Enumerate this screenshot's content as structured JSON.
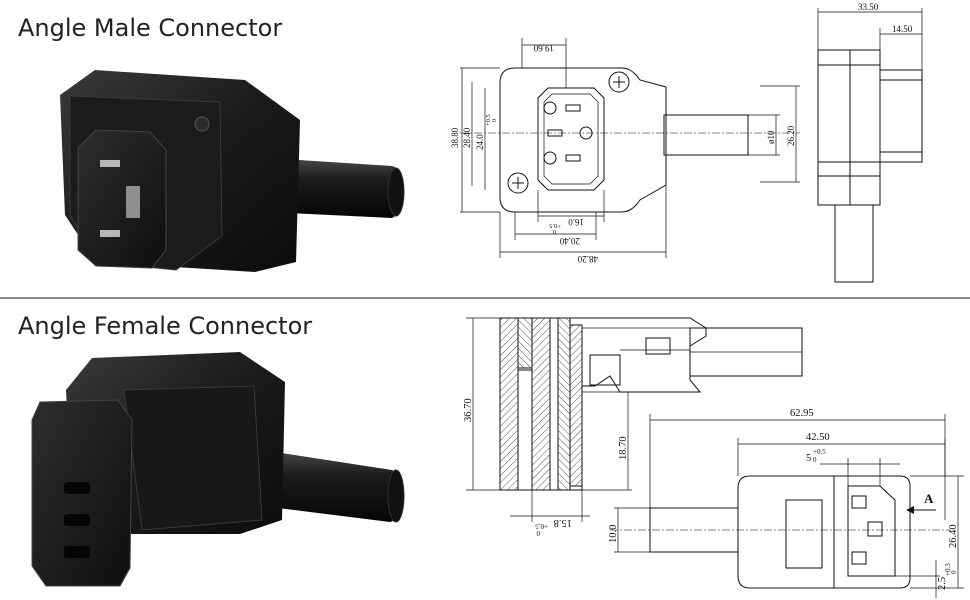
{
  "male": {
    "title": "Angle Male Connector",
    "dims": {
      "w19_60": "19.60",
      "h38_80": "38.80",
      "h28_40": "28.40",
      "h24": "24.0",
      "tol_top": "+0.5",
      "tol_bot": "0",
      "w16": "16.0",
      "tol16_top": "+0.5",
      "tol16_bot": "0",
      "w20_40": "20.40",
      "w48_20": "48.20",
      "d10": "ø10",
      "h26_20": "26.20",
      "w33_50": "33.50",
      "w14_50": "14.50"
    }
  },
  "female": {
    "title": "Angle Female Connector",
    "dims": {
      "h36_70": "36.70",
      "h18_70": "18.70",
      "w15_8": "15.8",
      "tol15_top": "+0.5",
      "tol15_bot": "0",
      "w62_95": "62.95",
      "w42_50": "42.50",
      "w5": "5",
      "tol5_top": "+0.5",
      "tol5_bot": "0",
      "label_a": "A",
      "d10": "10.0",
      "h26_40": "26.40",
      "w2_5": "2.5",
      "tol2_top": "+0.3",
      "tol2_bot": "0"
    }
  }
}
